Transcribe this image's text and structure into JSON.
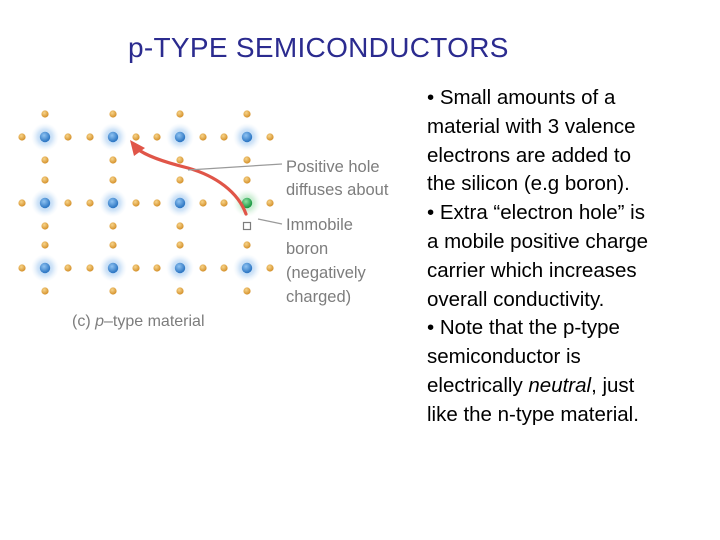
{
  "title": "p-TYPE SEMICONDUCTORS",
  "diagram": {
    "labels": {
      "hole_line1": "Positive hole",
      "hole_line2": "diffuses about",
      "boron_line1": "Immobile",
      "boron_line2": "boron",
      "boron_line3": "(negatively",
      "boron_line4": "charged)"
    },
    "caption": {
      "part": "(c)",
      "p": "p",
      "rest": "–type material"
    },
    "colors": {
      "silicon": "#4a90d9",
      "boron": "#2fa84f",
      "electron": "#e3a43a",
      "arrow": "#e05548",
      "label": "#7d7d7d"
    }
  },
  "bullets": {
    "b1_l1": "• Small amounts of a",
    "b1_l2": "material with 3 valence",
    "b1_l3": "electrons are added to",
    "b1_l4": "the silicon (e.g boron).",
    "b2_l1": "• Extra “electron  hole” is",
    "b2_l2": "a mobile positive charge",
    "b2_l3": "carrier which increases",
    "b2_l4": "overall conductivity.",
    "b3_l1": "• Note that the p-type",
    "b3_l2": "semiconductor is",
    "b3_l3_pre": "electrically ",
    "b3_l3_em": "neutral",
    "b3_l3_post": ", just",
    "b3_l4": "like the n-type material."
  }
}
